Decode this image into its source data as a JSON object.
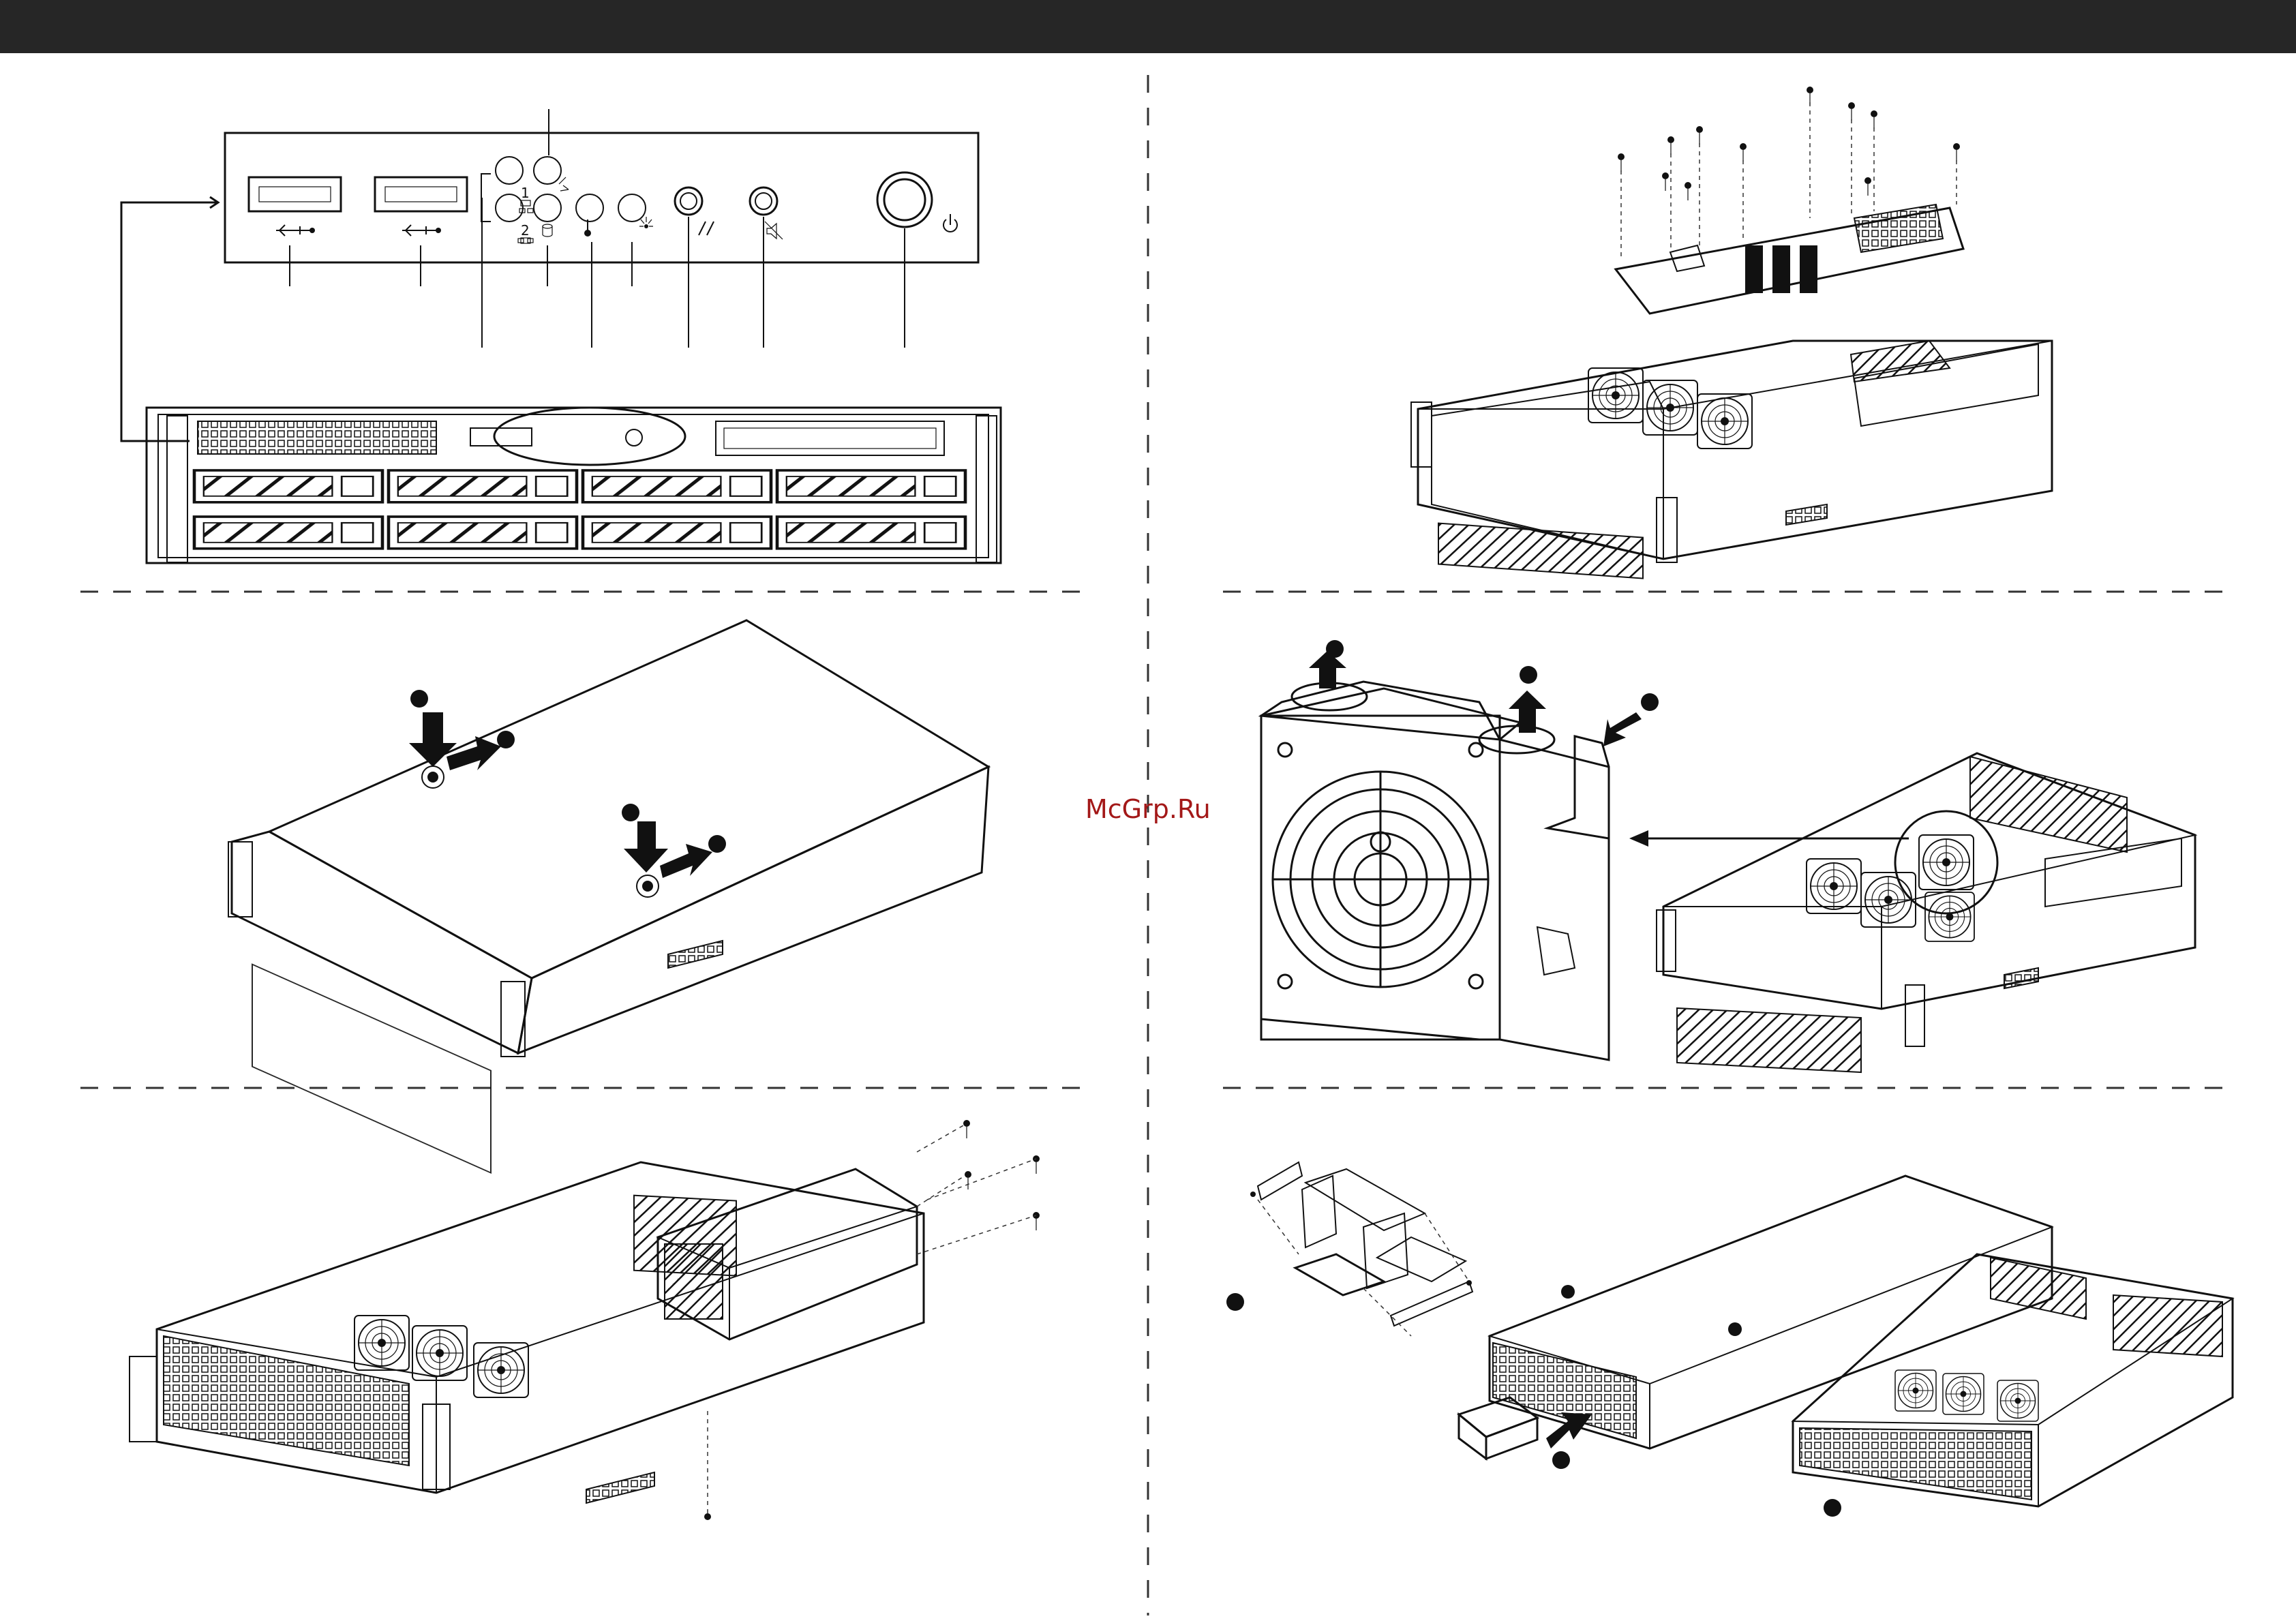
{
  "watermark": {
    "text": "McGrp.Ru"
  },
  "front_panel": {
    "lan_numbers": [
      "1",
      "2"
    ]
  },
  "colors": {
    "header_bar": "#262626",
    "watermark": "#a31818",
    "line": "#111111"
  },
  "icons": [
    "usb-icon",
    "lan-icon",
    "hdd-icon",
    "temperature-icon",
    "info-led-icon",
    "reset-icon",
    "mute-icon",
    "power-icon",
    "arrow-down-icon",
    "arrow-right-icon",
    "arrow-up-icon",
    "step-marker-icon"
  ]
}
